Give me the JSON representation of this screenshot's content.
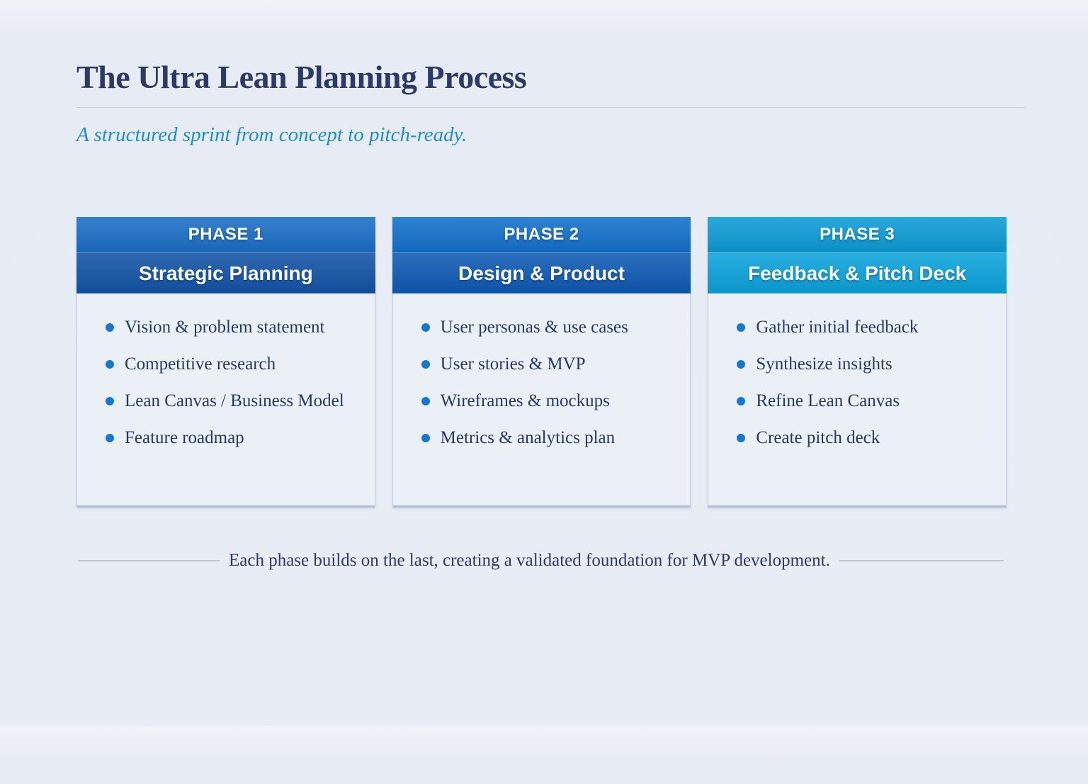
{
  "page": {
    "title": "The Ultra Lean Planning Process",
    "subtitle": "A structured sprint from concept to pitch-ready.",
    "footer_note": "Each phase builds on the last, creating a validated foundation for MVP development."
  },
  "colors": {
    "background": "#e8ecf4",
    "title_text": "#2b3a68",
    "subtitle_text": "#1e8fd6",
    "item_text": "#24396b",
    "bullet_dot": "#1377d4",
    "title_divider": "#c7cedc",
    "footer_line": "#bcc6d8",
    "card_border": "#c3cdde",
    "card_body_background": "#ebeff6",
    "band_text": "#ffffff"
  },
  "phases": [
    {
      "label": "PHASE 1",
      "title": "Strategic Planning",
      "band_top_color": "#1b6fc7",
      "band_bottom_color": "#1254a6",
      "items": [
        "Vision & problem statement",
        "Competitive research",
        "Lean Canvas / Business Model",
        "Feature roadmap"
      ]
    },
    {
      "label": "PHASE 2",
      "title": "Design & Product",
      "band_top_color": "#1371cb",
      "band_bottom_color": "#0e5ab4",
      "items": [
        "User personas & use cases",
        "User stories & MVP",
        "Wireframes & mockups",
        "Metrics & analytics plan"
      ]
    },
    {
      "label": "PHASE 3",
      "title": "Feedback & Pitch Deck",
      "band_top_color": "#0c9cd6",
      "band_bottom_color": "#0ba3dc",
      "items": [
        "Gather initial feedback",
        "Synthesize insights",
        "Refine Lean Canvas",
        "Create pitch deck"
      ]
    }
  ]
}
